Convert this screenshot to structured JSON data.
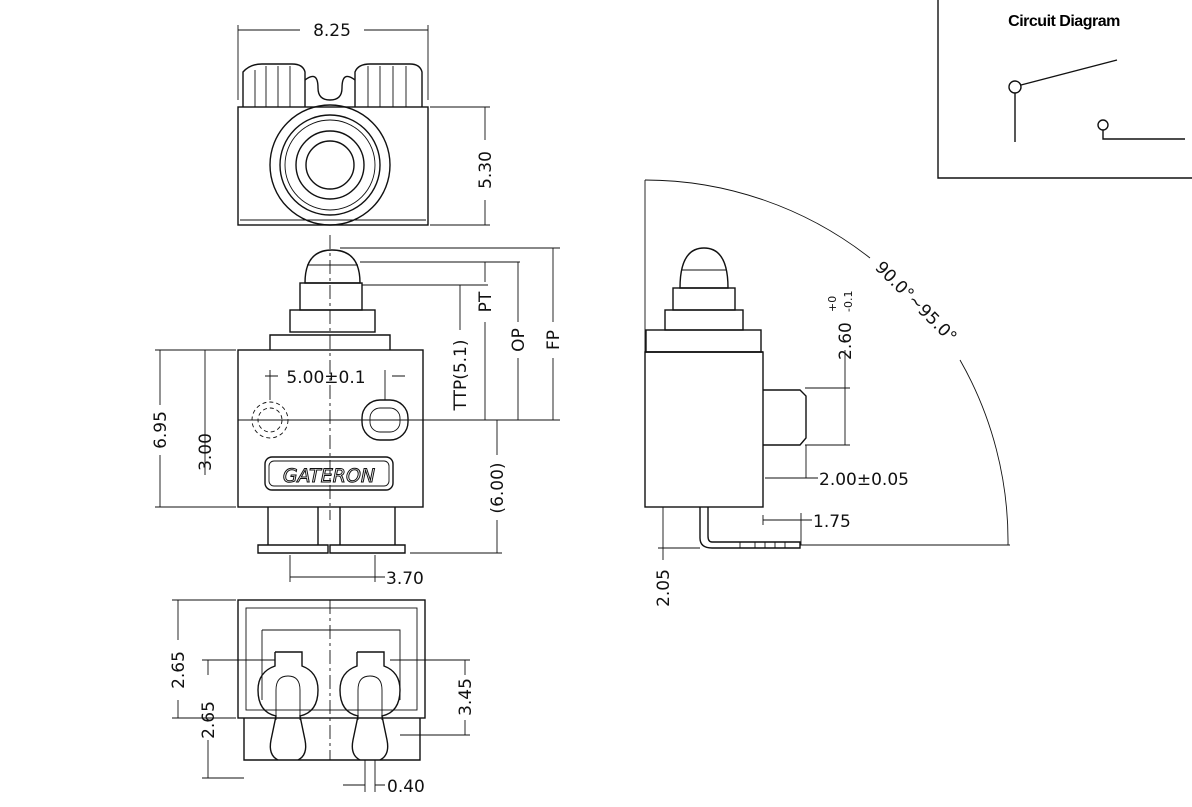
{
  "circuit": {
    "title": "Circuit Diagram"
  },
  "logo": "GATERON",
  "dims": {
    "width_top": "8.25",
    "height_top": "5.30",
    "pt": "PT",
    "ttp": "TTP(5.1)",
    "op": "OP",
    "fp": "FP",
    "hole_pitch": "5.00±0.1",
    "body_height": "6.95",
    "hole_height": "3.00",
    "pin_height": "(6.00)",
    "pin_pitch": "3.70",
    "bottom_a": "2.65",
    "bottom_b": "2.65",
    "bottom_c": "3.45",
    "pin_width": "0.40",
    "stub_height": "2.60",
    "stub_tol_upper": "+0",
    "stub_tol_lower": "-0.1",
    "stub_length": "2.00±0.05",
    "lead_offset": "1.75",
    "lead_height": "2.05",
    "angle": "90.0°~95.0°"
  }
}
